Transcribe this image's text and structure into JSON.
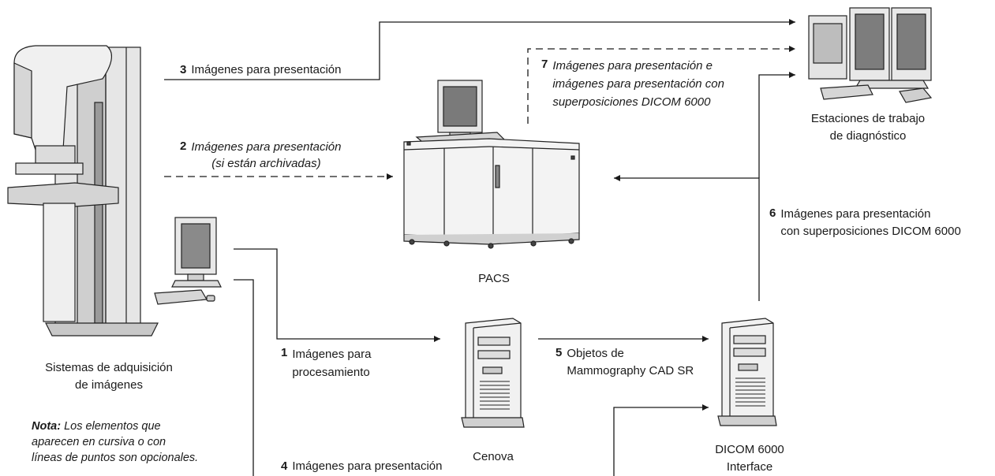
{
  "nodes": {
    "acquisition": "Sistemas de adquisición\nde imágenes",
    "pacs": "PACS",
    "workstations": "Estaciones de trabajo\nde diagnóstico",
    "cenova": "Cenova",
    "dicom6000": "DICOM 6000\nInterface"
  },
  "flows": [
    {
      "num": "1",
      "text": "Imágenes para\nprocesamiento",
      "optional": false
    },
    {
      "num": "2",
      "text": "Imágenes para presentación\n(si están archivadas)",
      "optional": true
    },
    {
      "num": "3",
      "text": "Imágenes para presentación",
      "optional": false
    },
    {
      "num": "4",
      "text": "Imágenes para presentación",
      "optional": false
    },
    {
      "num": "5",
      "text": "Objetos de\nMammography CAD SR",
      "optional": false
    },
    {
      "num": "6",
      "text": "Imágenes para presentación\ncon superposiciones DICOM 6000",
      "optional": false
    },
    {
      "num": "7",
      "text": "Imágenes para presentación e\nimágenes para presentación con\nsuperposiciones DICOM 6000",
      "optional": true
    }
  ],
  "note": {
    "label": "Nota:",
    "text": "Los elementos que\naparecen en cursiva o con\nlíneas de puntos son opcionales."
  }
}
